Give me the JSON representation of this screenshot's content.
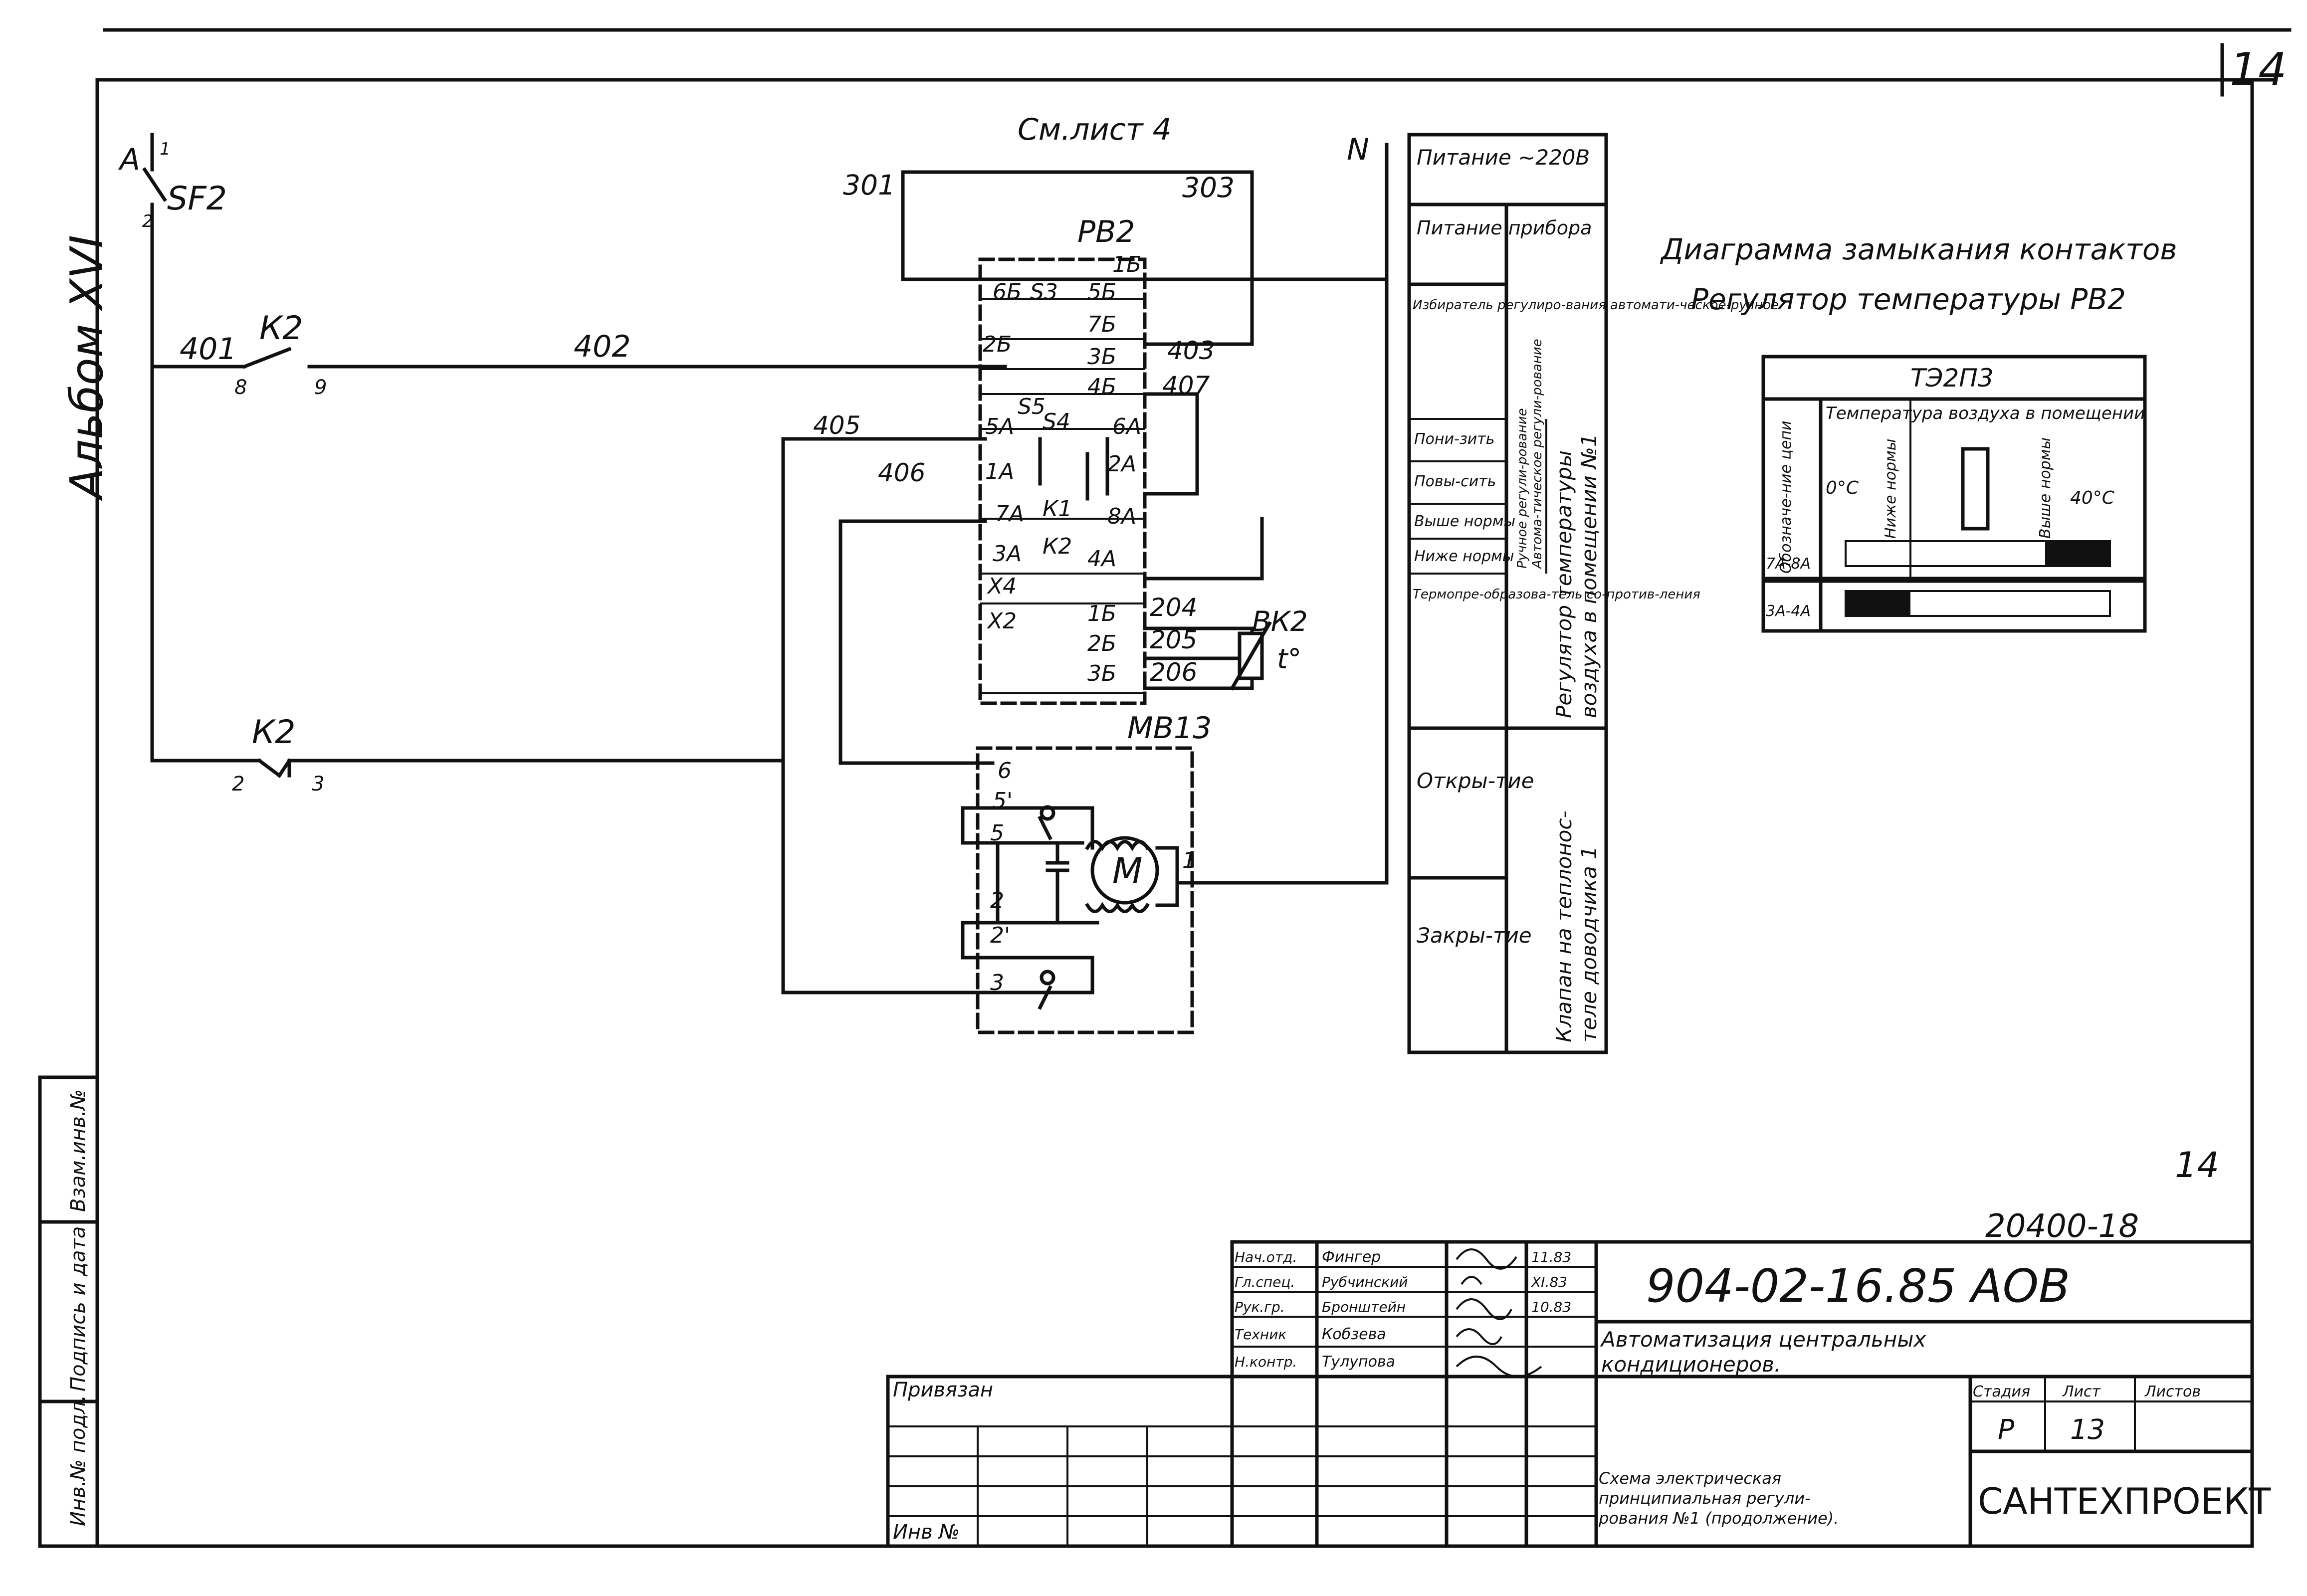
{
  "sheet": {
    "corner_number": "14",
    "album": "Альбом XVI",
    "page_number_mid": "14",
    "archive_code": "20400-18"
  },
  "schematic": {
    "phase": "А",
    "breaker": "SF2",
    "breaker_pins": [
      "1",
      "2"
    ],
    "see_sheet": "См.лист 4",
    "neutral": "N",
    "wires": [
      "301",
      "303",
      "401",
      "402",
      "403",
      "405",
      "406",
      "407",
      "204",
      "205",
      "206"
    ],
    "relay_k2_top": "К2",
    "relay_k2_top_pins": [
      "8",
      "9"
    ],
    "relay_k2_bottom": "К2",
    "relay_k2_bottom_pins": [
      "2",
      "3"
    ],
    "regulator": {
      "name": "РВ2",
      "labels": [
        "1Б",
        "6Б",
        "S3",
        "5Б",
        "7Б",
        "2Б",
        "3Б",
        "4Б",
        "S5",
        "S4",
        "5А",
        "6А",
        "1А",
        "2А",
        "7А",
        "К1",
        "8А",
        "3А",
        "К2",
        "4А",
        "Х4",
        "Х2",
        "1Б",
        "2Б",
        "3Б"
      ]
    },
    "sensor": "ВК2",
    "sensor_symbol": "t°",
    "actuator": {
      "name": "МВ13",
      "motor": "М",
      "terminals": [
        "6",
        "5'",
        "5",
        "2",
        "2'",
        "3",
        "1"
      ]
    }
  },
  "legend": [
    {
      "text": "Питание ~220В"
    },
    {
      "text": "Питание прибора"
    },
    {
      "text": "Избиратель регулиро-вания автомати-ческое-ручное"
    },
    {
      "text": "Пони-зить"
    },
    {
      "text": "Повы-сить"
    },
    {
      "text": "Выше нормы"
    },
    {
      "text": "Ниже нормы"
    },
    {
      "text": "Термопре-образова-тель со-против-ления"
    },
    {
      "text": "Откры-тие"
    },
    {
      "text": "Закры-тие"
    }
  ],
  "legend_mid": [
    "Ручное регули-рование",
    "Автома-тическое регули-рование"
  ],
  "legend_group1": [
    "Регулятор температуры",
    "воздуха в помещении №1"
  ],
  "legend_group2": [
    "Клапан на теплонос-",
    "теле доводчика 1"
  ],
  "contact_diagram": {
    "title": "Диаграмма замыкания контактов",
    "subtitle": "Регулятор температуры РВ2",
    "device": "ТЭ2П3",
    "col_circuit": "Обозначе-ние цепи",
    "col_temp": "Температура воздуха в помещении",
    "scale": [
      "0°С",
      "Ниже нормы",
      "Выше нормы",
      "40°С"
    ],
    "rows": [
      "7А-8А",
      "3А-4А"
    ]
  },
  "title_block": {
    "doc_number": "904-02-16.85 АОВ",
    "project": [
      "Автоматизация центральных",
      "кондиционеров."
    ],
    "sheet_title": [
      "Схема электрическая",
      "принципиальная регули-",
      "рования №1 (продолжение)."
    ],
    "org": "САНТЕХПРОЕКТ",
    "stage_label": "Стадия",
    "sheet_label": "Лист",
    "sheets_label": "Листов",
    "stage": "Р",
    "sheet": "13",
    "bound": "Привязан",
    "inv": "Инв №",
    "signers": [
      {
        "role": "Нач.отд.",
        "name": "Фингер",
        "date": "11.83"
      },
      {
        "role": "Гл.спец.",
        "name": "Рубчинский",
        "date": "XI.83"
      },
      {
        "role": "Рук.гр.",
        "name": "Бронштейн",
        "date": "10.83"
      },
      {
        "role": "Техник",
        "name": "Кобзева",
        "date": ""
      },
      {
        "role": "Н.контр.",
        "name": "Тулупова",
        "date": ""
      }
    ],
    "side_stamp": [
      "Инв.№ подл.",
      "Подпись и дата",
      "Взам.инв.№"
    ]
  }
}
